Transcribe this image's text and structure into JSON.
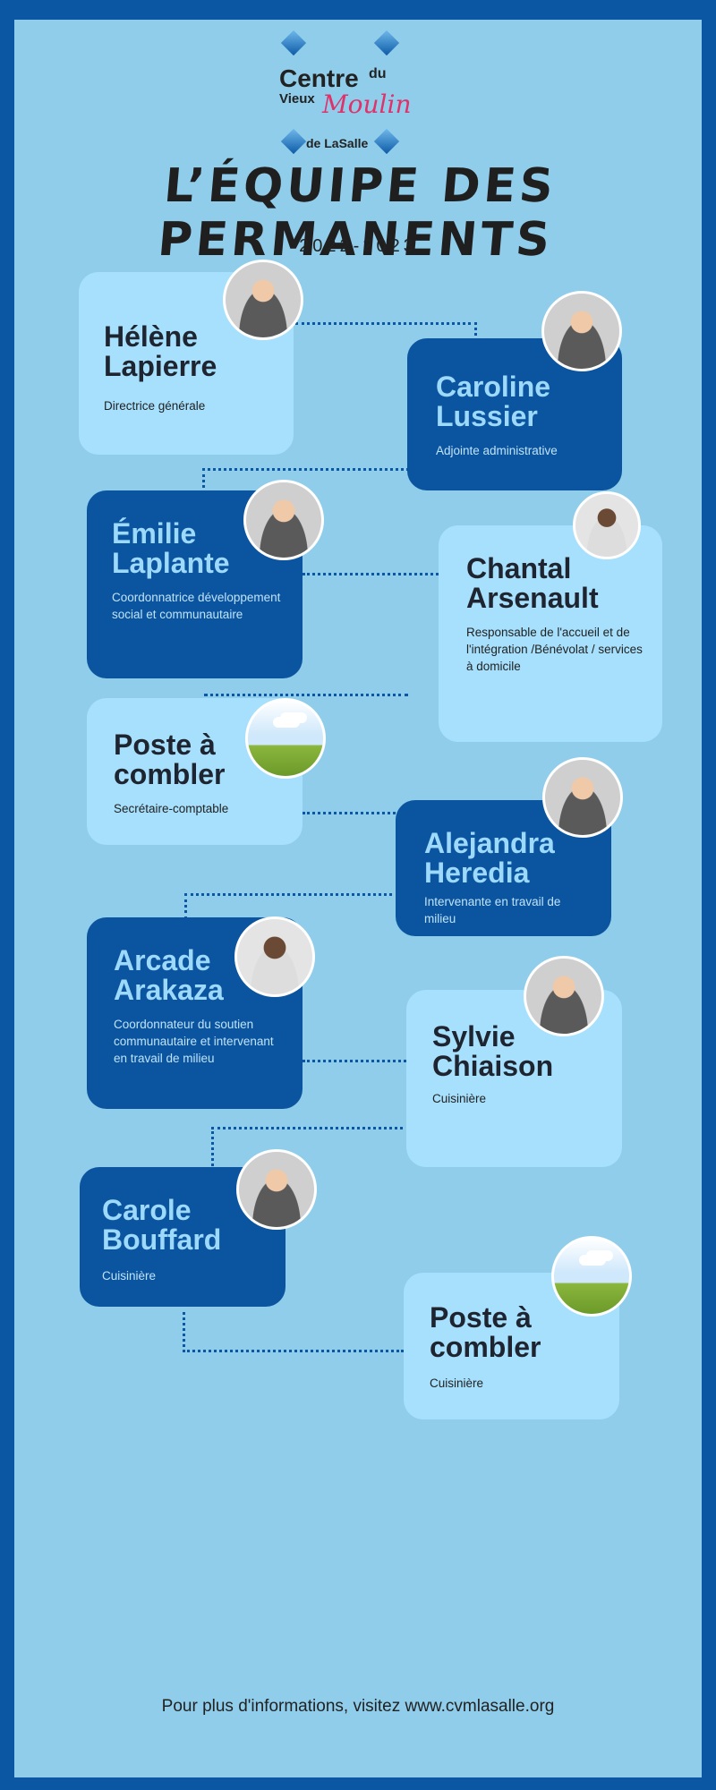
{
  "logo": {
    "centre": "Centre",
    "du": "du",
    "vieux": "Vieux",
    "moulin": "Moulin",
    "lasalle": "de LaSalle"
  },
  "title": "L’ÉQUIPE DES PERMANENTS",
  "year": "2022-2023",
  "members": [
    {
      "name_line1": "Hélène",
      "name_line2": "Lapierre",
      "role": "Directrice générale"
    },
    {
      "name_line1": "Caroline",
      "name_line2": "Lussier",
      "role": "Adjointe administrative"
    },
    {
      "name_line1": "Émilie",
      "name_line2": "Laplante",
      "role": "Coordonnatrice développement social et communautaire"
    },
    {
      "name_line1": "Chantal",
      "name_line2": "Arsenault",
      "role": "Responsable de l'accueil et de l'intégration /Bénévolat / services à domicile"
    },
    {
      "name_line1": "Poste à",
      "name_line2": "combler",
      "role": "Secrétaire-comptable"
    },
    {
      "name_line1": "Alejandra",
      "name_line2": "Heredia",
      "role": "Intervenante en travail de milieu"
    },
    {
      "name_line1": "Arcade",
      "name_line2": "Arakaza",
      "role": "Coordonnateur du soutien communautaire et intervenant en travail de milieu"
    },
    {
      "name_line1": "Sylvie",
      "name_line2": "Chiaison",
      "role": "Cuisinière"
    },
    {
      "name_line1": "Carole",
      "name_line2": "Bouffard",
      "role": "Cuisinière"
    },
    {
      "name_line1": "Poste à",
      "name_line2": "combler",
      "role": "Cuisinière"
    }
  ],
  "footer": "Pour plus d'informations, visitez www.cvmlasalle.org",
  "colors": {
    "background": "#8fcdeb",
    "border": "#0b57a4",
    "card_light": "#a6e0fd",
    "card_dark": "#0b55a0"
  }
}
